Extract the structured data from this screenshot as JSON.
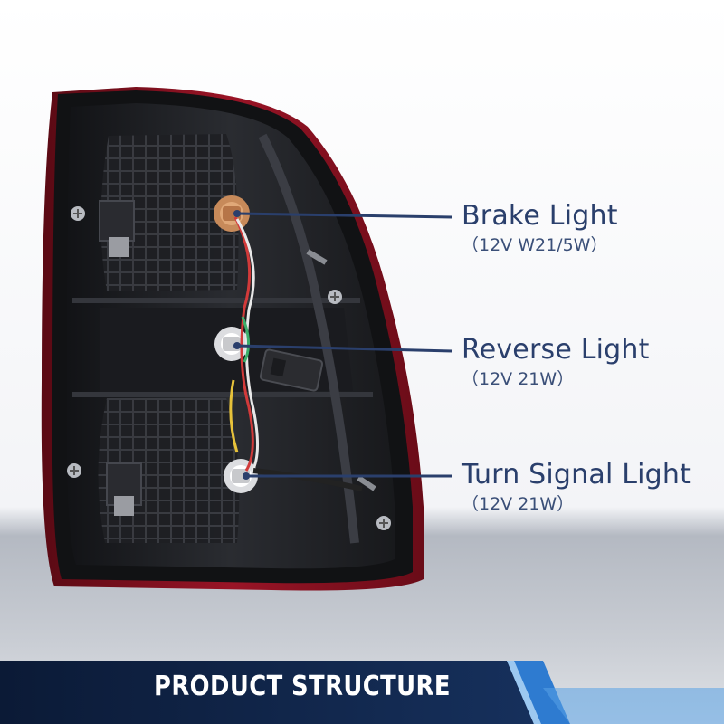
{
  "callouts": {
    "brake": {
      "title": "Brake Light",
      "spec": "（12V W21/5W）"
    },
    "reverse": {
      "title": "Reverse Light",
      "spec": "（12V 21W）"
    },
    "turn": {
      "title": "Turn Signal Light",
      "spec": "（12V 21W）"
    }
  },
  "banner": {
    "title": "PRODUCT STRUCTURE"
  },
  "colors": {
    "callout_text": "#2a3f6c",
    "leader_line": "#2a3f6c",
    "housing_red": "#8a1020",
    "housing_dark": "#1c1d20",
    "banner_navy": "#0f2448",
    "banner_accent": "#2e7bd0"
  }
}
